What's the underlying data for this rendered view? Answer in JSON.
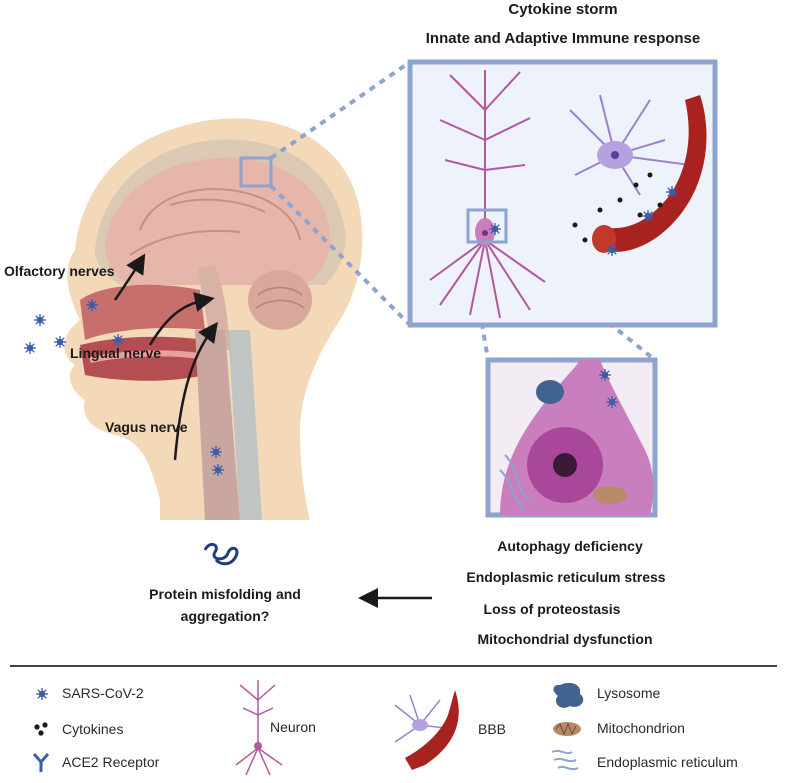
{
  "top_labels": {
    "line1": "Cytokine storm",
    "line2": "Innate and Adaptive Immune response"
  },
  "head_labels": {
    "olfactory": "Olfactory nerves",
    "lingual": "Lingual nerve",
    "vagus": "Vagus nerve"
  },
  "consequences": {
    "items": [
      "Autophagy deficiency",
      "Endoplasmic reticulum stress",
      "Loss of proteostasis",
      "Mitochondrial  dysfunction"
    ]
  },
  "outcome": {
    "line1": "Protein misfolding and",
    "line2": "aggregation?"
  },
  "legend": {
    "sars": "SARS-CoV-2",
    "cytokines": "Cytokines",
    "ace2": "ACE2 Receptor",
    "neuron": "Neuron",
    "bbb": "BBB",
    "lysosome": "Lysosome",
    "mitochondrion": "Mitochondrion",
    "er": "Endoplasmic reticulum"
  },
  "colors": {
    "frame": "#8fa3cf",
    "virus": "#3c5fa8",
    "neuron": "#b3589e",
    "vessel": "#a8231f"
  }
}
